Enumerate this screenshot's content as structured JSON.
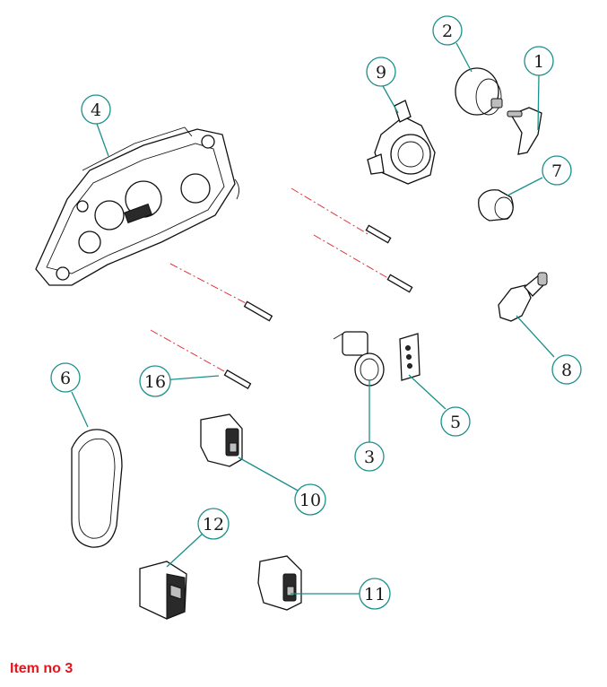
{
  "caption": "Item no 3",
  "callouts": {
    "c1": "1",
    "c2": "2",
    "c3": "3",
    "c4": "4",
    "c5": "5",
    "c6": "6",
    "c7": "7",
    "c8": "8",
    "c9": "9",
    "c10": "10",
    "c11": "11",
    "c12": "12",
    "c16": "16"
  },
  "colors": {
    "callout": "#1b8f8c",
    "axis": "#e0353a",
    "caption": "#e8141b"
  }
}
